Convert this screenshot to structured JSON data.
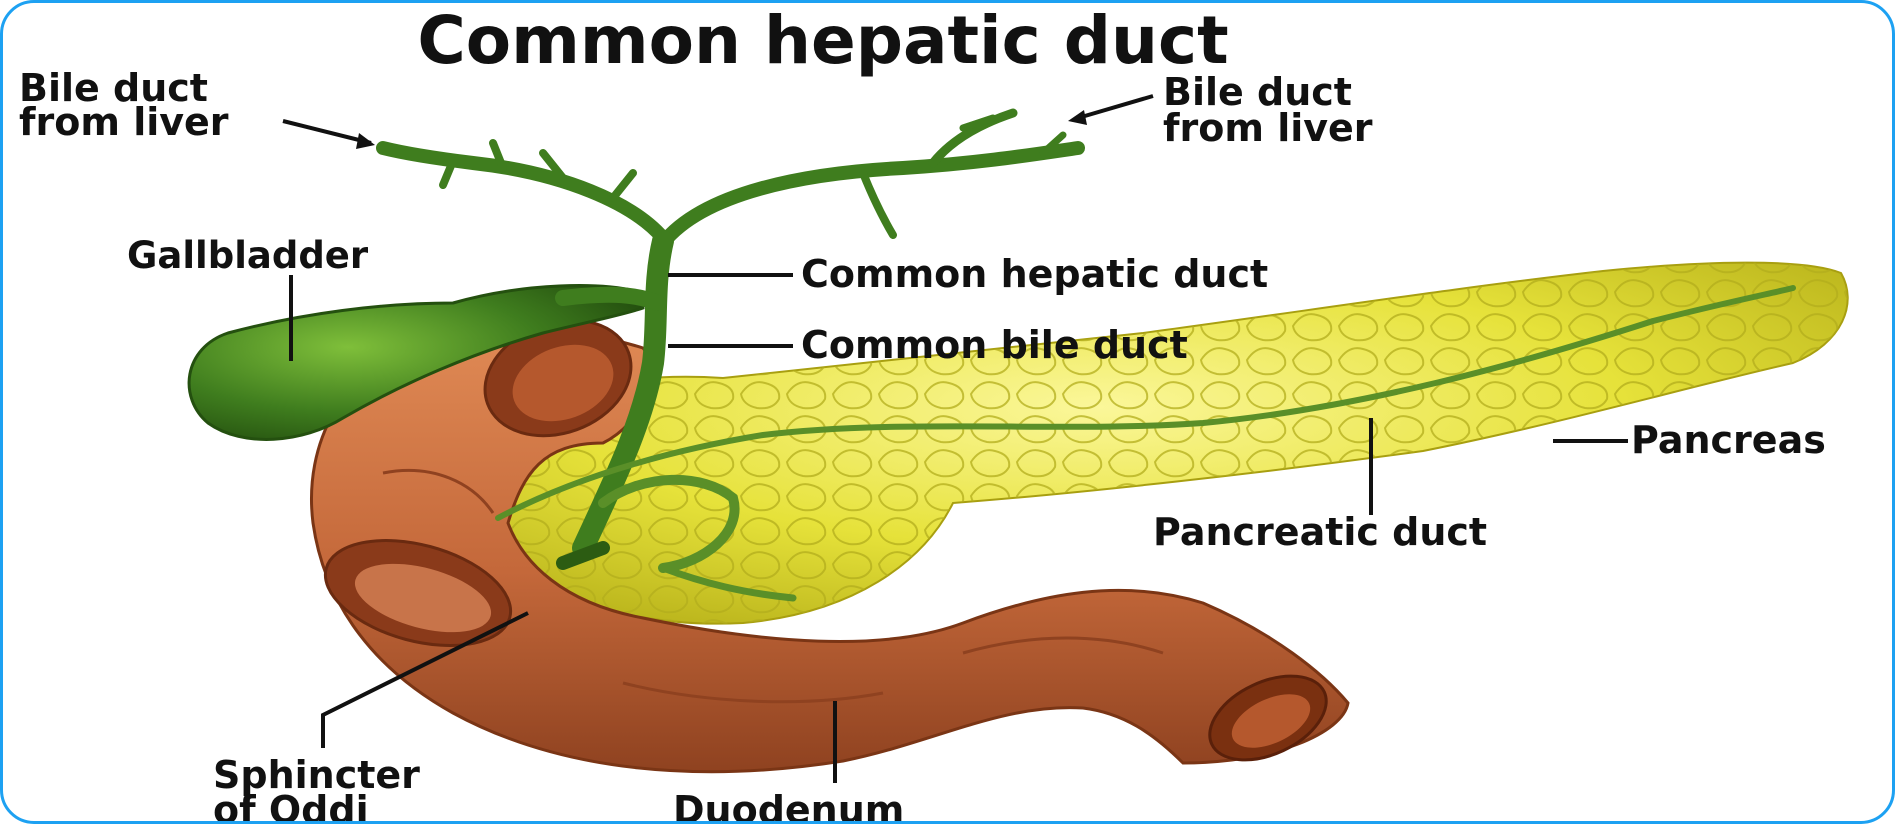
{
  "title": "Common hepatic duct",
  "labels": {
    "bile_duct_left_line1": "Bile duct",
    "bile_duct_left_line2": "from liver",
    "bile_duct_right_line1": "Bile duct",
    "bile_duct_right_line2": "from liver",
    "gallbladder": "Gallbladder",
    "common_hepatic_duct": "Common hepatic duct",
    "common_bile_duct": "Common bile duct",
    "pancreas": "Pancreas",
    "pancreatic_duct": "Pancreatic duct",
    "sphincter_line1": "Sphincter",
    "sphincter_line2": "of Oddi",
    "duodenum": "Duodenum"
  },
  "colors": {
    "frame_border": "#1da1f2",
    "bile_ducts": "#3f7d1e",
    "gallbladder": "#4c8d22",
    "duodenum": "#c4683a",
    "duodenum_interior": "#8a3a1a",
    "pancreas": "#e6e23a",
    "pancreatic_duct": "#5a8f28"
  }
}
